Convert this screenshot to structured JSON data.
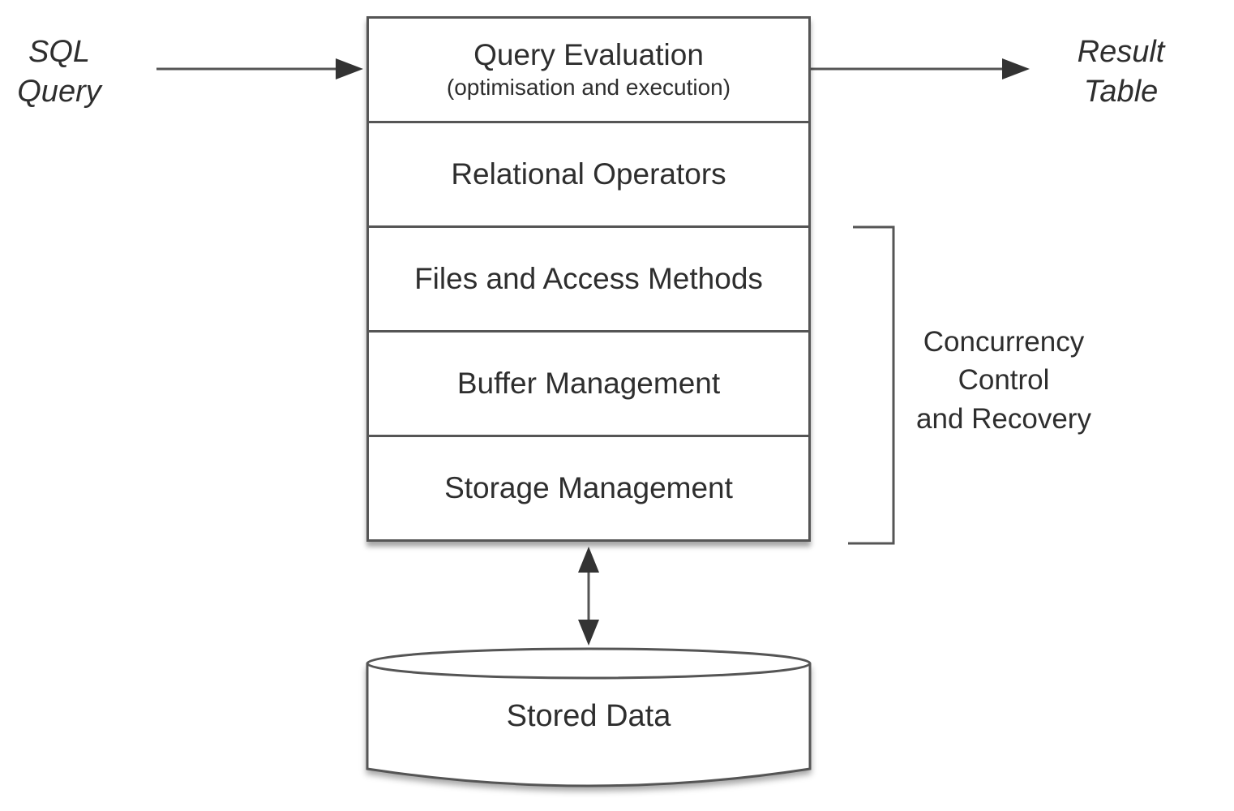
{
  "input": {
    "line1": "SQL",
    "line2": "Query"
  },
  "output": {
    "line1": "Result",
    "line2": "Table"
  },
  "layers": [
    {
      "title": "Query Evaluation",
      "subtitle": "(optimisation and execution)"
    },
    {
      "title": "Relational Operators"
    },
    {
      "title": "Files and Access Methods"
    },
    {
      "title": "Buffer Management"
    },
    {
      "title": "Storage Management"
    }
  ],
  "side_bracket": {
    "line1": "Concurrency",
    "line2": "Control",
    "line3": "and Recovery"
  },
  "database": {
    "label": "Stored Data"
  },
  "colors": {
    "line": "#555555",
    "text": "#2e2e2e",
    "background": "#ffffff"
  }
}
